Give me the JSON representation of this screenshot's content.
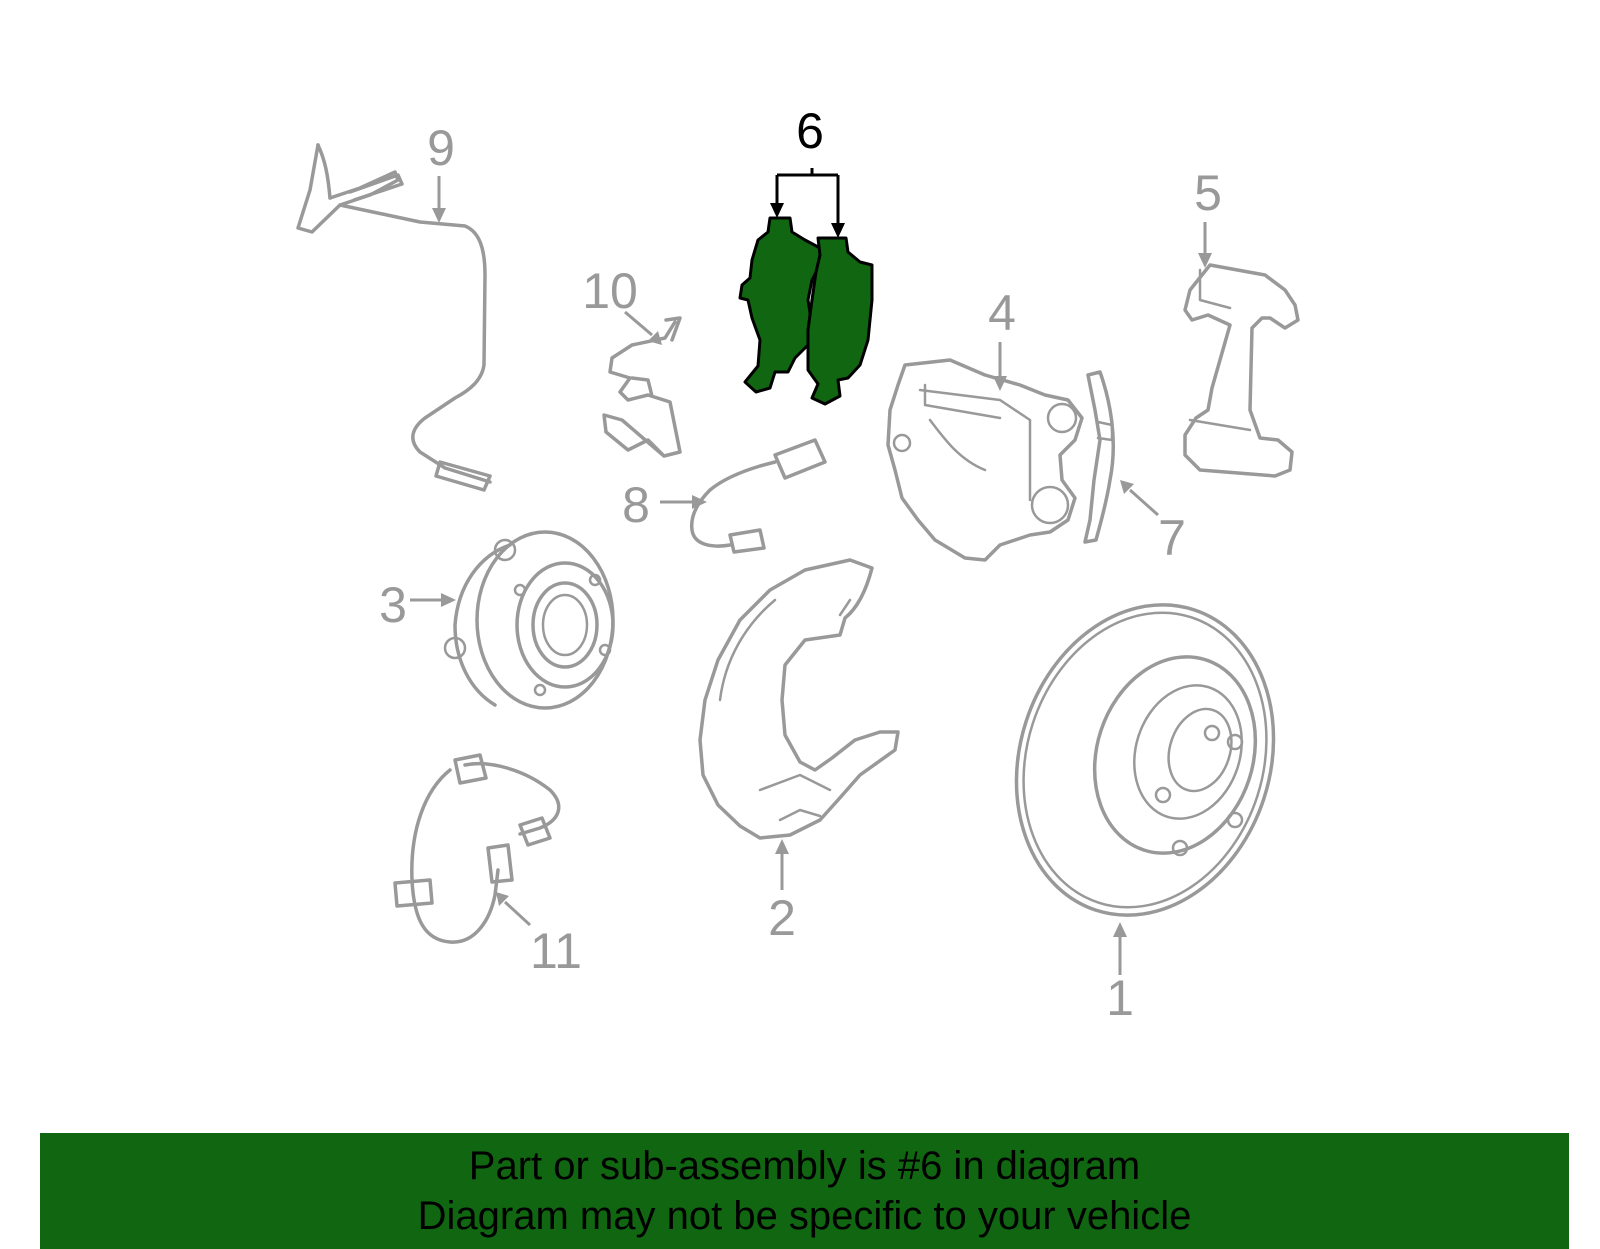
{
  "callouts": {
    "c1": "1",
    "c2": "2",
    "c3": "3",
    "c4": "4",
    "c5": "5",
    "c6": "6",
    "c7": "7",
    "c8": "8",
    "c9": "9",
    "c10": "10",
    "c11": "11"
  },
  "highlighted_part": "6",
  "colors": {
    "highlight_fill": "#116611",
    "line_art": "#999999",
    "banner_background": "#116611"
  },
  "banner": {
    "line1": "Part or sub-assembly is #6 in diagram",
    "line2": "Diagram may not be specific to your vehicle"
  }
}
